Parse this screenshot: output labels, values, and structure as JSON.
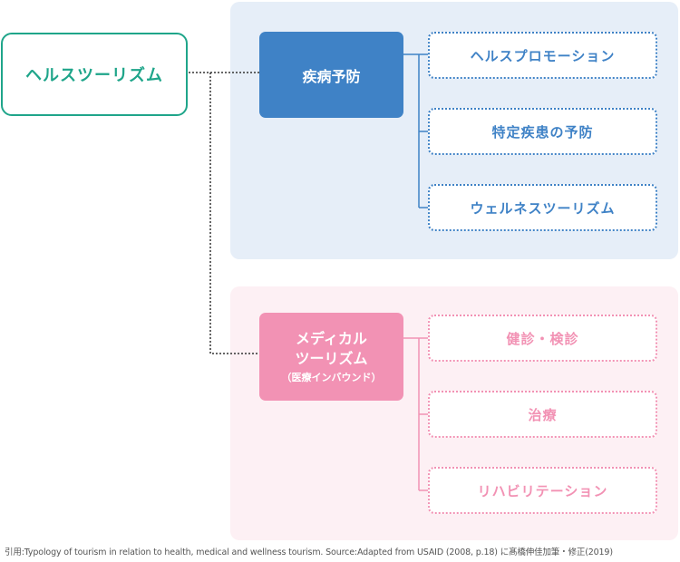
{
  "root": {
    "label": "ヘルスツーリズム"
  },
  "categories": [
    {
      "label": "疾病予防",
      "items": [
        "ヘルスプロモーション",
        "特定疾患の予防",
        "ウェルネスツーリズム"
      ]
    },
    {
      "label": "メディカル",
      "label_line2": "ツーリズム",
      "sublabel": "（医療インバウンド）",
      "items": [
        "健診・検診",
        "治療",
        "リハビリテーション"
      ]
    }
  ],
  "colors": {
    "root": "#1fa58a",
    "prevention": "#3f82c6",
    "prevention_panel": "#e6eef8",
    "medical": "#f292b4",
    "medical_panel": "#fdf0f4"
  },
  "caption": "引用:Typology of tourism in relation to health, medical and wellness tourism. Source:Adapted from USAID (2008, p.18) に髙橋伸佳加筆・修正(2019)"
}
